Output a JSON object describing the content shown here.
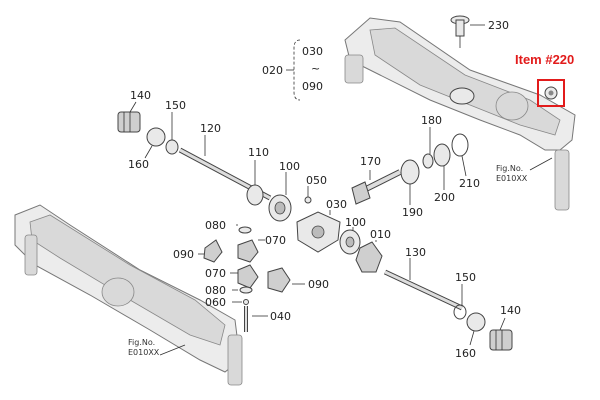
{
  "highlight": {
    "label": "Item #220",
    "color": "#e21b1b"
  },
  "group": {
    "label": "020",
    "range_start": "030",
    "range_sep": "~",
    "range_end": "090"
  },
  "fig_refs": [
    {
      "line1": "Fig.No.",
      "line2": "E010XX"
    },
    {
      "line1": "Fig.No.",
      "line2": "E010XX"
    }
  ],
  "callouts": {
    "c230": "230",
    "c140a": "140",
    "c150a": "150",
    "c160a": "160",
    "c120": "120",
    "c110": "110",
    "c100a": "100",
    "c050": "050",
    "c170": "170",
    "c180": "180",
    "c190": "190",
    "c200": "200",
    "c210": "210",
    "c080a": "080",
    "c030": "030",
    "c070a": "070",
    "c090a": "090",
    "c100b": "100",
    "c010": "010",
    "c070b": "070",
    "c090b": "090",
    "c080b": "080",
    "c060": "060",
    "c040": "040",
    "c130": "130",
    "c150b": "150",
    "c140b": "140",
    "c160b": "160"
  }
}
